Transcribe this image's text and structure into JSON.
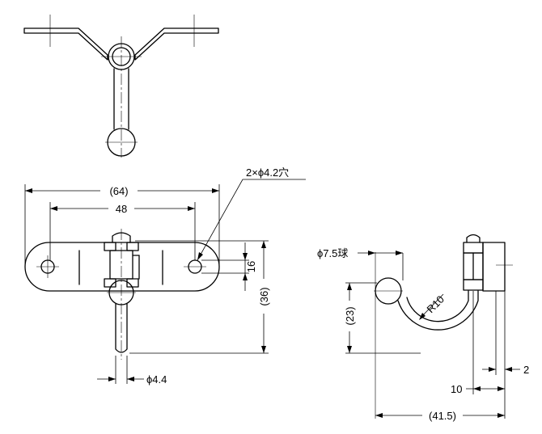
{
  "labels": {
    "overall_length": "(64)",
    "hole_pitch": "48",
    "holes": "2×ϕ4.2穴",
    "hole_height": "16",
    "total_height": "(36)",
    "pin_dia": "ϕ4.4",
    "ball_dia": "ϕ7.5球",
    "radius": "R10",
    "hook_height": "(23)",
    "depth_10": "10",
    "thickness_2": "2",
    "hook_depth": "(41.5)"
  }
}
